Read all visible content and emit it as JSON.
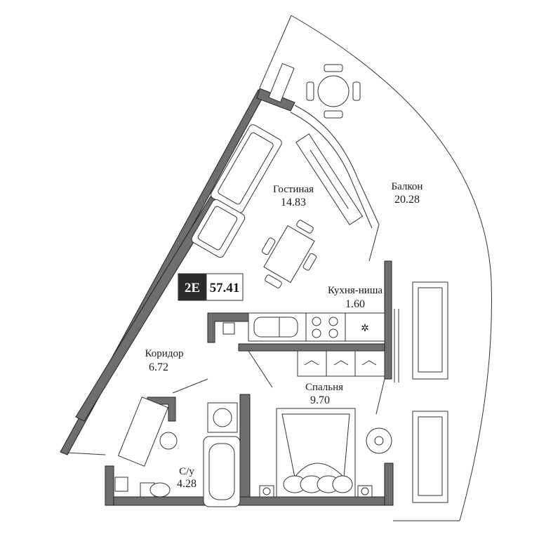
{
  "unit": {
    "code": "2E",
    "total_area": "57.41"
  },
  "rooms": {
    "living": {
      "name": "Гостиная",
      "area": "14.83"
    },
    "balcony": {
      "name": "Балкон",
      "area": "20.28"
    },
    "kitchen": {
      "name": "Кухня-ниша",
      "area": "1.60"
    },
    "corridor": {
      "name": "Коридор",
      "area": "6.72"
    },
    "bedroom": {
      "name": "Спальня",
      "area": "9.70"
    },
    "bathroom": {
      "name": "С/у",
      "area": "4.28"
    }
  },
  "colors": {
    "wall": "#6e6e6e",
    "badge": "#2b2b2b",
    "line": "#333333"
  }
}
